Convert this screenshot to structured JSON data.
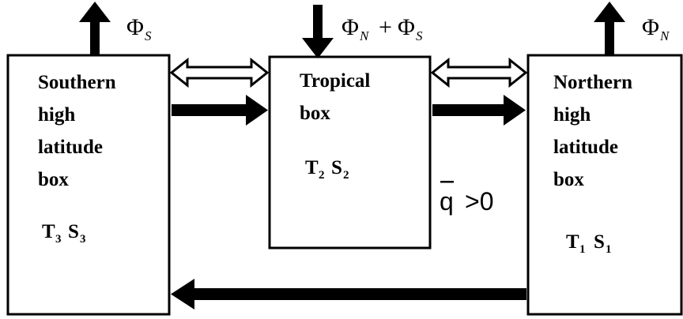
{
  "flux": {
    "symbol": "Φ",
    "south_sub": "S",
    "north_sub": "N",
    "plus": "+"
  },
  "boxes": {
    "southern": {
      "lines": [
        "Southern",
        "high",
        "latitude",
        "box"
      ],
      "t_label": "T",
      "t_sub": "3",
      "s_label": "S",
      "s_sub": "3"
    },
    "tropical": {
      "lines": [
        "Tropical",
        "box"
      ],
      "t_label": "T",
      "t_sub": "2",
      "s_label": "S",
      "s_sub": "2"
    },
    "northern": {
      "lines": [
        "Northern",
        "high",
        "latitude",
        "box"
      ],
      "t_label": "T",
      "t_sub": "1",
      "s_label": "S",
      "s_sub": "1"
    }
  },
  "transport": {
    "q_symbol": "q",
    "condition": ">0"
  },
  "colors": {
    "stroke": "#000000",
    "fill": "#ffffff"
  }
}
